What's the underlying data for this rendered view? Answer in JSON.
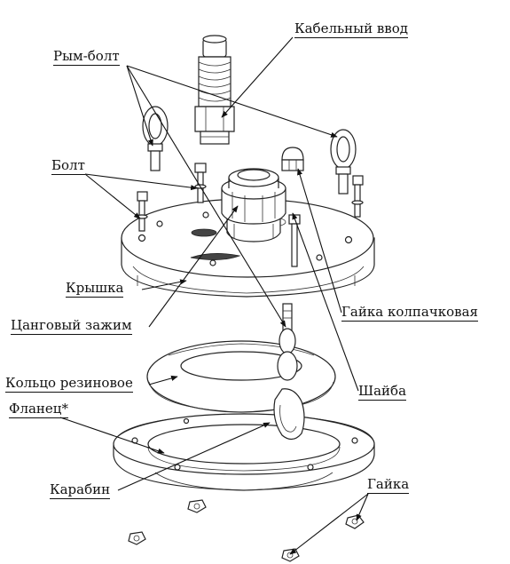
{
  "labels": {
    "cable_entry": "Кабельный ввод",
    "eye_bolt": "Рым-болт",
    "bolt": "Болт",
    "cover": "Крышка",
    "cap_nut": "Гайка колпачковая",
    "collet_clamp": "Цанговый зажим",
    "rubber_ring": "Кольцо резиновое",
    "washer": "Шайба",
    "flange": "Фланец*",
    "carabiner": "Карабин",
    "nut": "Гайка"
  },
  "colors": {
    "line": "#222222",
    "background": "#ffffff"
  }
}
